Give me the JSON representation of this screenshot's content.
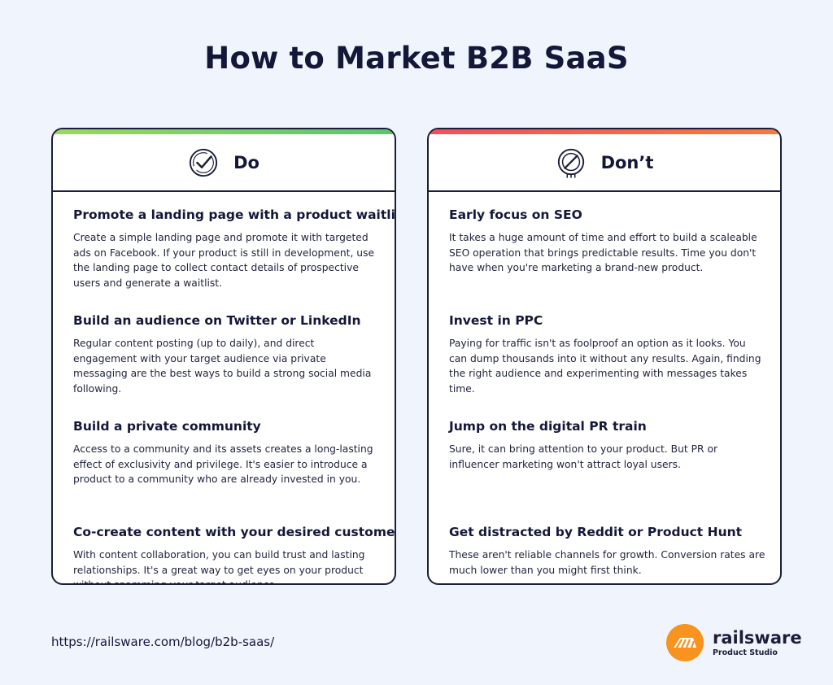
{
  "page": {
    "title": "How to Market B2B SaaS"
  },
  "do_card": {
    "label": "Do",
    "icon": "check-circle-icon",
    "accent": "#58c66c",
    "items": [
      {
        "title": "Promote a landing page with a product waitlist",
        "text": "Create a simple landing page and promote it with targeted ads on Facebook. If your product is still in development, use the landing page to collect contact details of prospective users and generate a waitlist."
      },
      {
        "title": "Build an audience on Twitter or LinkedIn",
        "text": "Regular content posting (up to daily), and direct engagement with your target audience via private messaging are the best ways to build a strong social media following."
      },
      {
        "title": "Build a private community",
        "text": "Access to a community and its assets creates a long-lasting effect of exclusivity and privilege. It's easier to introduce a product to a community who are already invested in you."
      },
      {
        "title": "Co-create content with your desired customers",
        "text": "With content collaboration, you can build trust and lasting relationships. It's a great way to get eyes on your product without spamming your target audience."
      }
    ]
  },
  "dont_card": {
    "label": "Don’t",
    "icon": "prohibited-icon",
    "accent": "#f24f59",
    "items": [
      {
        "title": "Early focus on SEO",
        "text": "It takes a huge amount of time and effort to build a scaleable SEO operation that brings predictable results. Time you don't have when you're marketing a brand-new product."
      },
      {
        "title": "Invest in PPC",
        "text": "Paying for traffic isn't as foolproof an option as it looks. You can dump thousands into it without any results. Again, finding the right audience and experimenting with messages takes time."
      },
      {
        "title": "Jump on the digital PR train",
        "text": "Sure, it can bring attention to your product. But PR or influencer marketing won't attract loyal users."
      },
      {
        "title": "Get distracted by Reddit or Product Hunt",
        "text": "These aren't reliable channels for growth. Conversion rates are much lower than you might first think."
      }
    ]
  },
  "footer": {
    "url": "https://railsware.com/blog/b2b-saas/",
    "logo_name": "railsware",
    "logo_sub": "Product Studio",
    "logo_icon": "railsware-logo-icon",
    "logo_color": "#f7931e"
  }
}
